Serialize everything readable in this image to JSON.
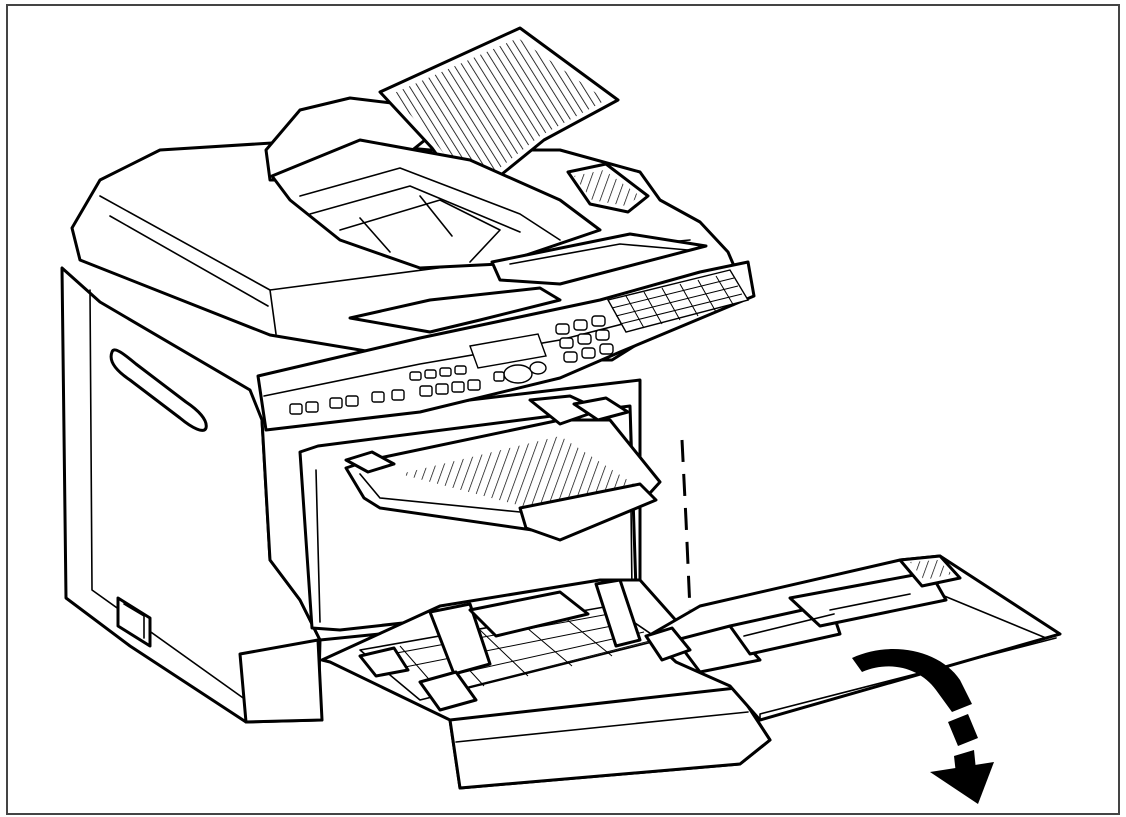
{
  "figure": {
    "subject": "multifunction-printer-illustration",
    "colors": {
      "line": "#000000",
      "background": "#ffffff",
      "frame": "#444444"
    },
    "icons": [
      "printer-body",
      "document-feeder",
      "control-panel",
      "output-tray",
      "paper-cassette",
      "cassette-cover",
      "rotate-arrow-icon"
    ]
  }
}
